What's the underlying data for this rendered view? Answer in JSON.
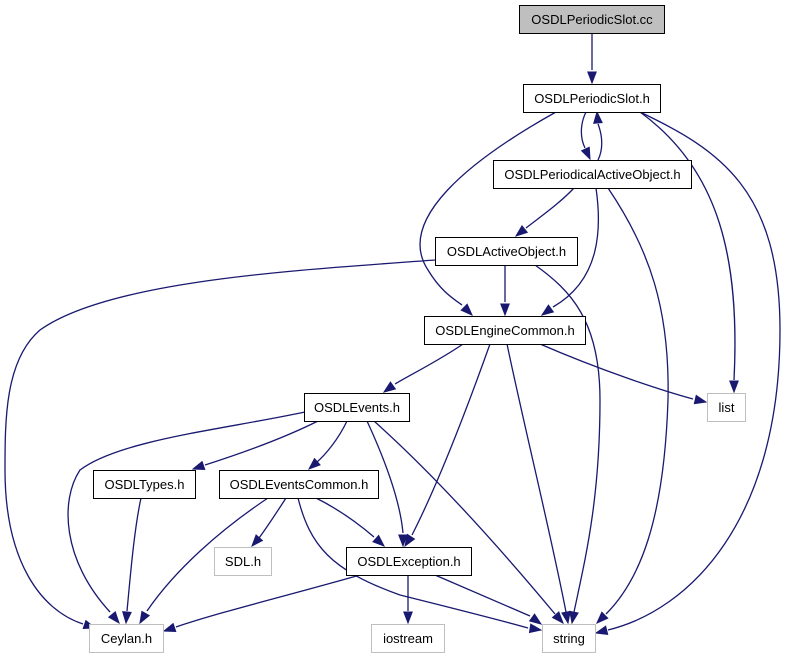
{
  "graph": {
    "colors": {
      "edge": "#191970",
      "root_fill": "#bfbfbf",
      "node_border": "#000000",
      "external_border": "#bfbfbf",
      "node_fill": "#ffffff"
    },
    "nodes": [
      {
        "id": "periodic_slot_cc",
        "label": "OSDLPeriodicSlot.cc",
        "kind": "root"
      },
      {
        "id": "periodic_slot_h",
        "label": "OSDLPeriodicSlot.h",
        "kind": "header"
      },
      {
        "id": "periodical_active_object_h",
        "label": "OSDLPeriodicalActiveObject.h",
        "kind": "header"
      },
      {
        "id": "active_object_h",
        "label": "OSDLActiveObject.h",
        "kind": "header"
      },
      {
        "id": "engine_common_h",
        "label": "OSDLEngineCommon.h",
        "kind": "header"
      },
      {
        "id": "list",
        "label": "list",
        "kind": "external"
      },
      {
        "id": "events_h",
        "label": "OSDLEvents.h",
        "kind": "header"
      },
      {
        "id": "types_h",
        "label": "OSDLTypes.h",
        "kind": "header"
      },
      {
        "id": "events_common_h",
        "label": "OSDLEventsCommon.h",
        "kind": "header"
      },
      {
        "id": "sdl_h",
        "label": "SDL.h",
        "kind": "external"
      },
      {
        "id": "exception_h",
        "label": "OSDLException.h",
        "kind": "header"
      },
      {
        "id": "ceylan_h",
        "label": "Ceylan.h",
        "kind": "external"
      },
      {
        "id": "iostream",
        "label": "iostream",
        "kind": "external"
      },
      {
        "id": "string",
        "label": "string",
        "kind": "external"
      }
    ],
    "edges": [
      {
        "from": "periodic_slot_cc",
        "to": "periodic_slot_h"
      },
      {
        "from": "periodic_slot_h",
        "to": "periodical_active_object_h"
      },
      {
        "from": "periodical_active_object_h",
        "to": "periodic_slot_h"
      },
      {
        "from": "periodic_slot_h",
        "to": "engine_common_h"
      },
      {
        "from": "periodic_slot_h",
        "to": "list"
      },
      {
        "from": "periodic_slot_h",
        "to": "string"
      },
      {
        "from": "periodical_active_object_h",
        "to": "active_object_h"
      },
      {
        "from": "periodical_active_object_h",
        "to": "engine_common_h"
      },
      {
        "from": "periodical_active_object_h",
        "to": "string"
      },
      {
        "from": "active_object_h",
        "to": "engine_common_h"
      },
      {
        "from": "active_object_h",
        "to": "ceylan_h"
      },
      {
        "from": "active_object_h",
        "to": "string"
      },
      {
        "from": "engine_common_h",
        "to": "events_h"
      },
      {
        "from": "engine_common_h",
        "to": "list"
      },
      {
        "from": "engine_common_h",
        "to": "exception_h"
      },
      {
        "from": "engine_common_h",
        "to": "string"
      },
      {
        "from": "events_h",
        "to": "types_h"
      },
      {
        "from": "events_h",
        "to": "events_common_h"
      },
      {
        "from": "events_h",
        "to": "ceylan_h"
      },
      {
        "from": "events_h",
        "to": "exception_h"
      },
      {
        "from": "events_h",
        "to": "string"
      },
      {
        "from": "types_h",
        "to": "ceylan_h"
      },
      {
        "from": "events_common_h",
        "to": "sdl_h"
      },
      {
        "from": "events_common_h",
        "to": "exception_h"
      },
      {
        "from": "events_common_h",
        "to": "ceylan_h"
      },
      {
        "from": "events_common_h",
        "to": "string"
      },
      {
        "from": "exception_h",
        "to": "ceylan_h"
      },
      {
        "from": "exception_h",
        "to": "iostream"
      },
      {
        "from": "exception_h",
        "to": "string"
      }
    ]
  }
}
